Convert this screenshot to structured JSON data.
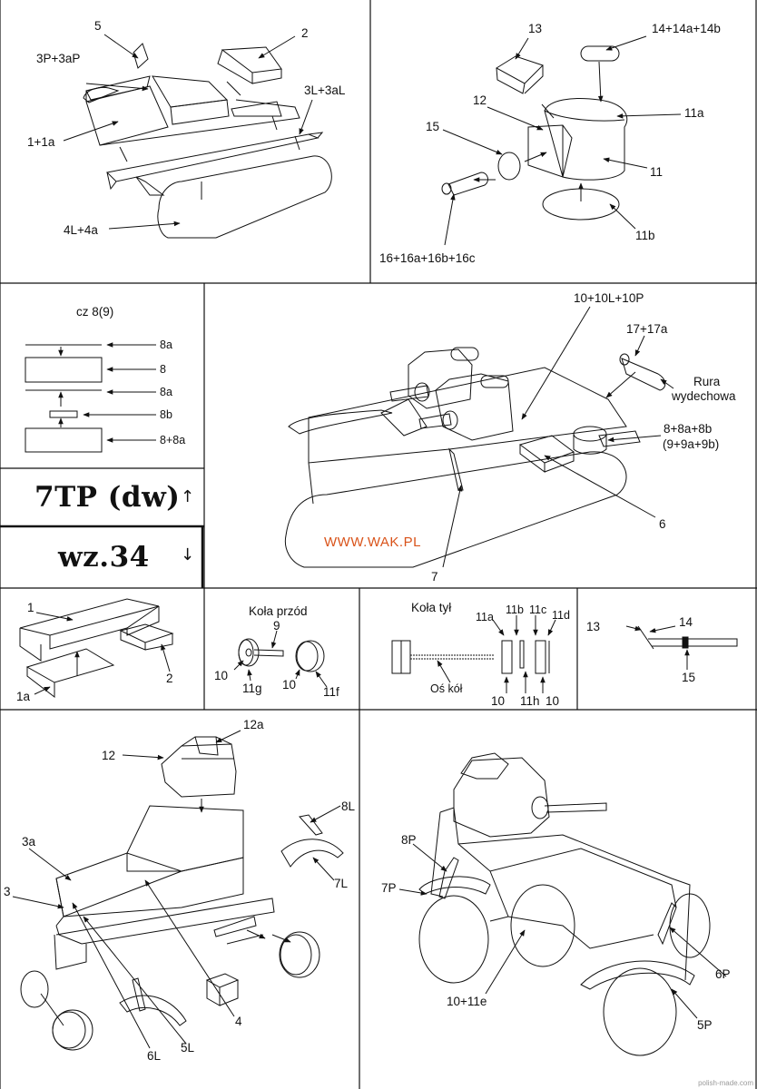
{
  "panel1": {
    "labels": [
      "5",
      "2",
      "3P+3aP",
      "3L+3aL",
      "1+1a",
      "4L+4a"
    ]
  },
  "panel2": {
    "labels": [
      "13",
      "14+14a+14b",
      "12",
      "11a",
      "15",
      "11",
      "11b",
      "16+16a+16b+16c"
    ]
  },
  "panel3": {
    "title": "cz 8(9)",
    "labels": [
      "8a",
      "8",
      "8a",
      "8b",
      "8+8a"
    ]
  },
  "model_title": {
    "name": "7TP (dw)",
    "up_arrow": "↑",
    "subtitle": "wz.34",
    "down_arrow": "↓"
  },
  "panel4": {
    "labels": [
      "10+10L+10P",
      "17+17a",
      "Rura",
      "wydechowa",
      "8+8a+8b",
      "(9+9a+9b)",
      "6",
      "7"
    ],
    "website": "WWW.WAK.PL"
  },
  "panel5": {
    "labels": [
      "1",
      "2",
      "1a"
    ]
  },
  "panel6": {
    "title": "Koła przód",
    "labels": [
      "9",
      "10",
      "11g",
      "10",
      "11f"
    ]
  },
  "panel7": {
    "title": "Koła tył",
    "labels": [
      "11a",
      "11b",
      "11c",
      "11d",
      "Oś kół",
      "10",
      "11h",
      "10"
    ]
  },
  "panel8": {
    "labels": [
      "13",
      "14",
      "15"
    ]
  },
  "panel9": {
    "labels": [
      "12a",
      "12",
      "8L",
      "3a",
      "7L",
      "3",
      "4",
      "6L",
      "5L"
    ]
  },
  "panel10": {
    "labels": [
      "8P",
      "7P",
      "6P",
      "10+11e",
      "5P"
    ]
  },
  "footer": {
    "credit": "polish-made.com"
  }
}
